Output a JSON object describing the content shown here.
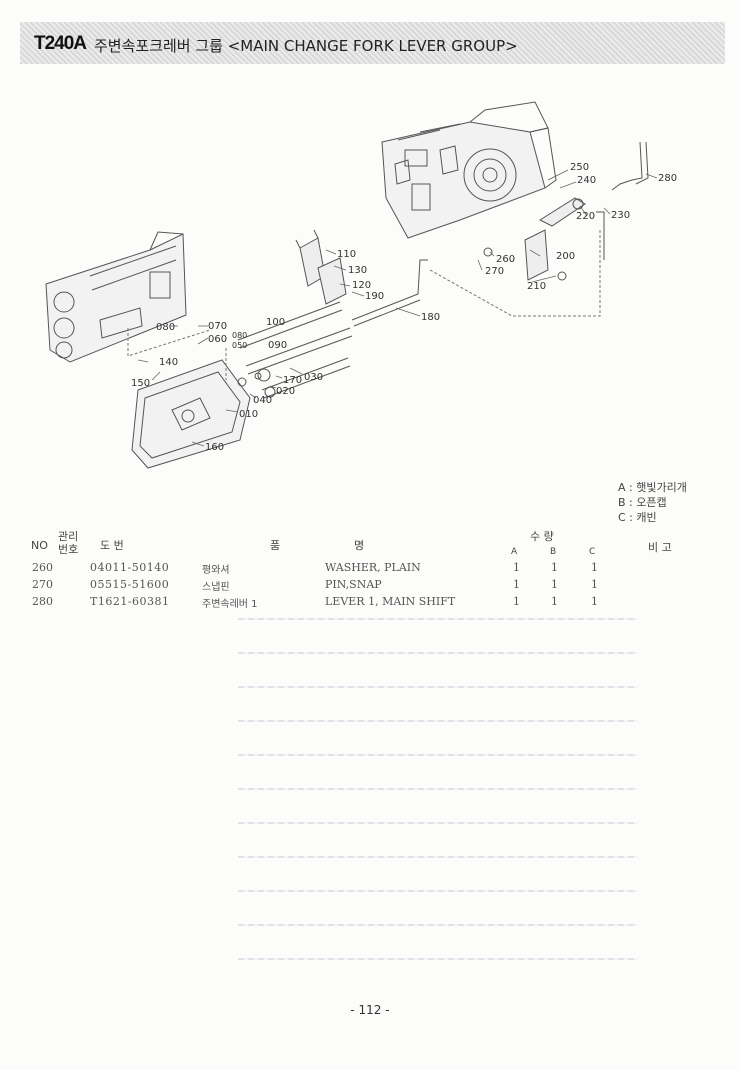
{
  "header": {
    "code": "T240A",
    "title": "주변속포크레버 그룹 <MAIN CHANGE FORK LEVER GROUP>"
  },
  "diagram": {
    "labels": [
      "250",
      "240",
      "280",
      "220",
      "230",
      "200",
      "260",
      "270",
      "210",
      "110",
      "130",
      "120",
      "190",
      "180",
      "070",
      "080",
      "060",
      "080",
      "050",
      "100",
      "090",
      "140",
      "150",
      "170",
      "030",
      "020",
      "040",
      "010",
      "160"
    ]
  },
  "legend": {
    "a": "A : 햇빛가리개",
    "b": "B : 오픈캡",
    "c": "C : 캐빈"
  },
  "table": {
    "headers": {
      "no": "NO",
      "mgmt_top": "관리",
      "mgmt_bottom": "번호",
      "part_no": "도   번",
      "name_a": "품",
      "name_b": "명",
      "qty": "수   량",
      "qty_a": "A",
      "qty_b": "B",
      "qty_c": "C",
      "remark": "비 고"
    },
    "rows": [
      {
        "no": "260",
        "part_no": "04011-50140",
        "name_kr": "평와셔",
        "name_en": "WASHER, PLAIN",
        "a": "1",
        "b": "1",
        "c": "1"
      },
      {
        "no": "270",
        "part_no": "05515-51600",
        "name_kr": "스냅핀",
        "name_en": "PIN,SNAP",
        "a": "1",
        "b": "1",
        "c": "1"
      },
      {
        "no": "280",
        "part_no": "T1621-60381",
        "name_kr": "주변속레버 1",
        "name_en": "LEVER 1, MAIN SHIFT",
        "a": "1",
        "b": "1",
        "c": "1"
      }
    ]
  },
  "footer": {
    "page": "- 112 -"
  }
}
